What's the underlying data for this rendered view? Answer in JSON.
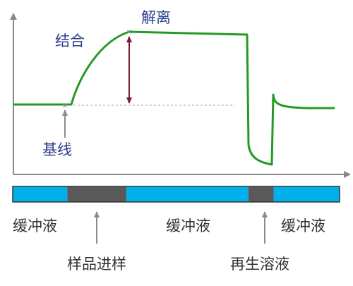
{
  "labels": {
    "binding": "结合",
    "dissociation": "解离",
    "baseline": "基线",
    "buffer_1": "缓冲液",
    "buffer_2": "缓冲液",
    "buffer_3": "缓冲液",
    "sample_injection": "样品进样",
    "regeneration": "再生溶液"
  },
  "phase_bar": {
    "segments": [
      {
        "phase": "buffer",
        "start": 0.0,
        "end": 0.167
      },
      {
        "phase": "sample",
        "start": 0.167,
        "end": 0.348
      },
      {
        "phase": "buffer",
        "start": 0.348,
        "end": 0.721
      },
      {
        "phase": "regeneration",
        "start": 0.721,
        "end": 0.798
      },
      {
        "phase": "buffer",
        "start": 0.798,
        "end": 1.0
      }
    ]
  },
  "colors": {
    "signal": "#249a24",
    "buffer": "#00b0eb",
    "sample": "#595959",
    "regeneration": "#595959",
    "response_arrow": "#7b1a2a",
    "axis": "#888888",
    "label_blue": "#2b3f8f",
    "label_dark": "#333333",
    "marker": "#8a8aa8"
  }
}
